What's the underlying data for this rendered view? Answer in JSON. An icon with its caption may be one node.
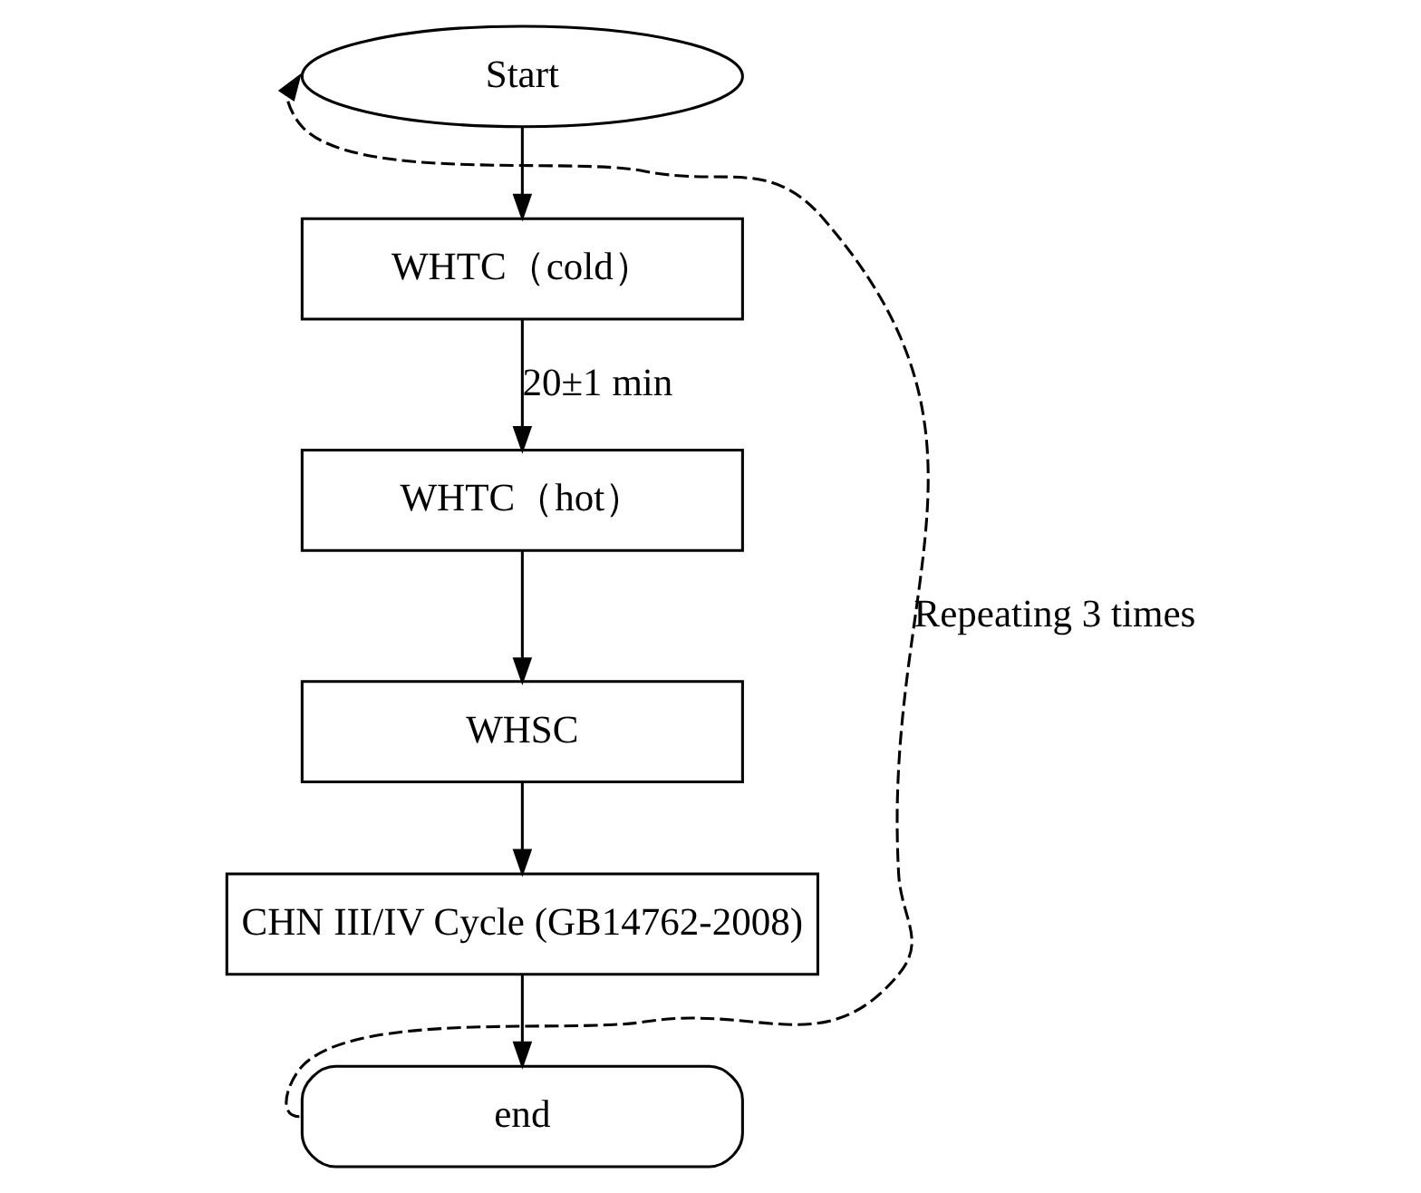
{
  "diagram": {
    "nodes": [
      {
        "text": [
          "Start"
        ]
      },
      {
        "text": [
          "WHTC（cold）"
        ]
      },
      {
        "text": [
          "WHTC（hot）"
        ]
      },
      {
        "text": [
          "WHSC"
        ]
      },
      {
        "text": [
          "CHN III/IV Cycle (GB14762-2008)"
        ]
      },
      {
        "text": [
          "end"
        ]
      }
    ],
    "edges": [
      {
        "from": 0,
        "to": 1,
        "arrow": "to"
      },
      {
        "from": 1,
        "to": 2,
        "arrow": "to",
        "label": "20±1 min"
      },
      {
        "from": 2,
        "to": 3,
        "arrow": "to"
      },
      {
        "from": 3,
        "to": 4,
        "arrow": "to"
      },
      {
        "from": 4,
        "to": 5,
        "arrow": "to"
      },
      {
        "from": 5,
        "to": 0,
        "arrow": "to",
        "style": "dashed",
        "label": "Repeating 3 times"
      }
    ]
  }
}
